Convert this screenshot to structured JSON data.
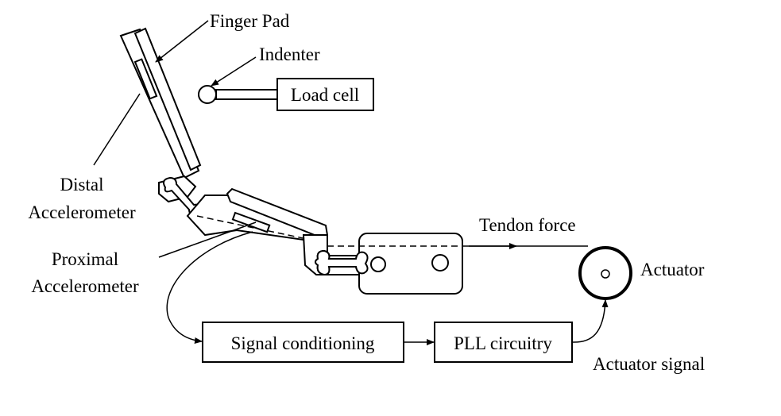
{
  "labels": {
    "finger_pad": "Finger Pad",
    "indenter": "Indenter",
    "load_cell": "Load cell",
    "distal_line1": "Distal",
    "distal_line2": "Accelerometer",
    "proximal_line1": "Proximal",
    "proximal_line2": "Accelerometer",
    "tendon_force": "Tendon force",
    "actuator": "Actuator",
    "signal_conditioning": "Signal conditioning",
    "pll_circuitry": "PLL circuitry",
    "actuator_signal": "Actuator signal"
  }
}
